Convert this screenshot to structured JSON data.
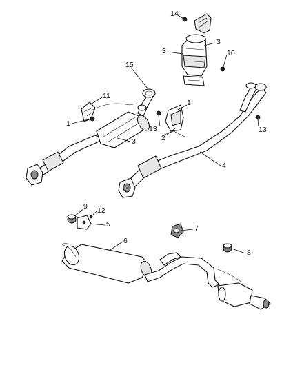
{
  "diagram": {
    "callouts": [
      {
        "id": "c14",
        "text": "14"
      },
      {
        "id": "c3a",
        "text": "3"
      },
      {
        "id": "c3b",
        "text": "3"
      },
      {
        "id": "c10",
        "text": "10"
      },
      {
        "id": "c15",
        "text": "15"
      },
      {
        "id": "c11",
        "text": "11"
      },
      {
        "id": "c1a",
        "text": "1"
      },
      {
        "id": "c1b",
        "text": "1"
      },
      {
        "id": "c13a",
        "text": "13"
      },
      {
        "id": "c13b",
        "text": "13"
      },
      {
        "id": "c2",
        "text": "2"
      },
      {
        "id": "c3c",
        "text": "3"
      },
      {
        "id": "c4",
        "text": "4"
      },
      {
        "id": "c9",
        "text": "9"
      },
      {
        "id": "c12",
        "text": "12"
      },
      {
        "id": "c5",
        "text": "5"
      },
      {
        "id": "c7",
        "text": "7"
      },
      {
        "id": "c6",
        "text": "6"
      },
      {
        "id": "c8",
        "text": "8"
      }
    ]
  }
}
